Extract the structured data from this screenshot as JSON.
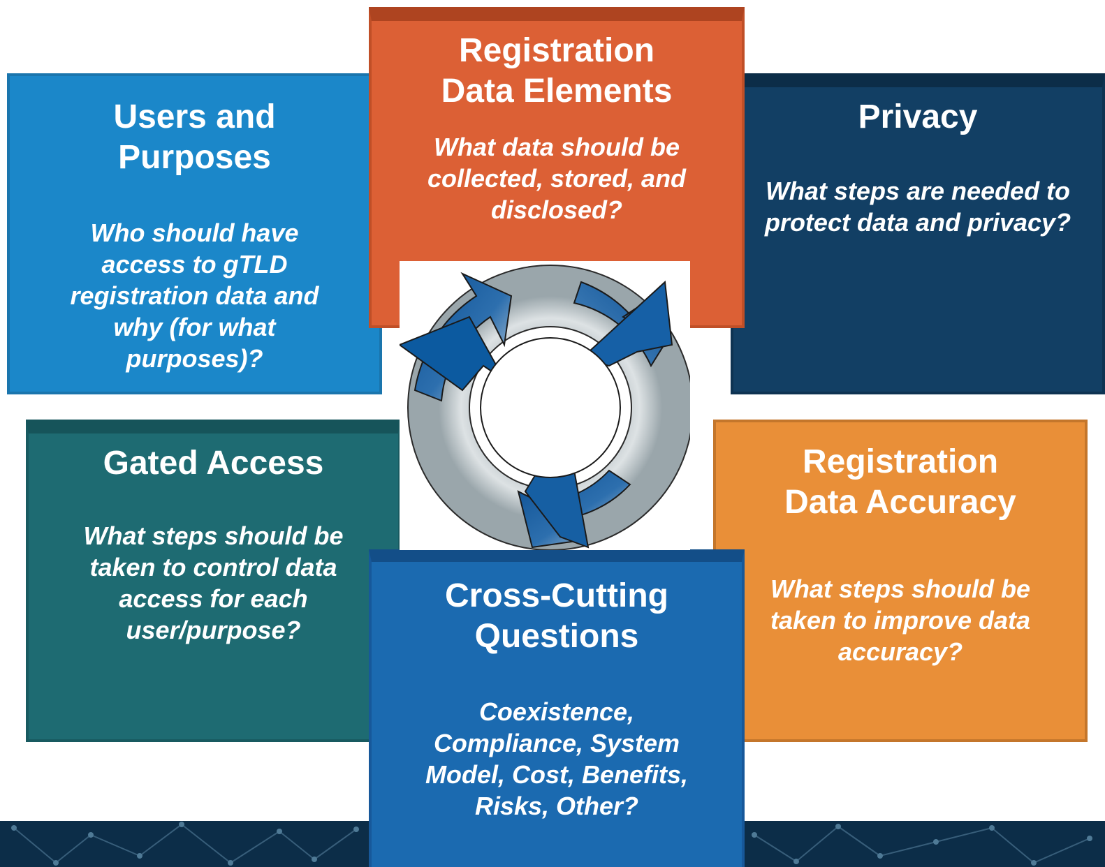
{
  "boxes": {
    "users": {
      "title": "Users and Purposes",
      "question": "Who should have access to gTLD registration data and why (for what purposes)?"
    },
    "rde": {
      "title": "Registration Data Elements",
      "question": "What data should be collected, stored, and disclosed?"
    },
    "privacy": {
      "title": "Privacy",
      "question": "What steps are needed to protect data and privacy?"
    },
    "gated": {
      "title": "Gated Access",
      "question": "What steps should be taken to control data access for each user/purpose?"
    },
    "rda": {
      "title": "Registration Data Accuracy",
      "question": "What steps should be taken to improve data accuracy?"
    },
    "cross": {
      "title": "Cross-Cutting Questions",
      "question": "Coexistence, Compliance, System Model, Cost, Benefits, Risks, Other?"
    }
  },
  "colors": {
    "users": "#1b87c9",
    "rde": "#dc6035",
    "privacy": "#123f64",
    "gated": "#1e6b72",
    "rda": "#e98f38",
    "cross": "#1b6ab0",
    "footer": "#0c2d48"
  },
  "center_icon": "recycle-cycle-arrows-icon"
}
